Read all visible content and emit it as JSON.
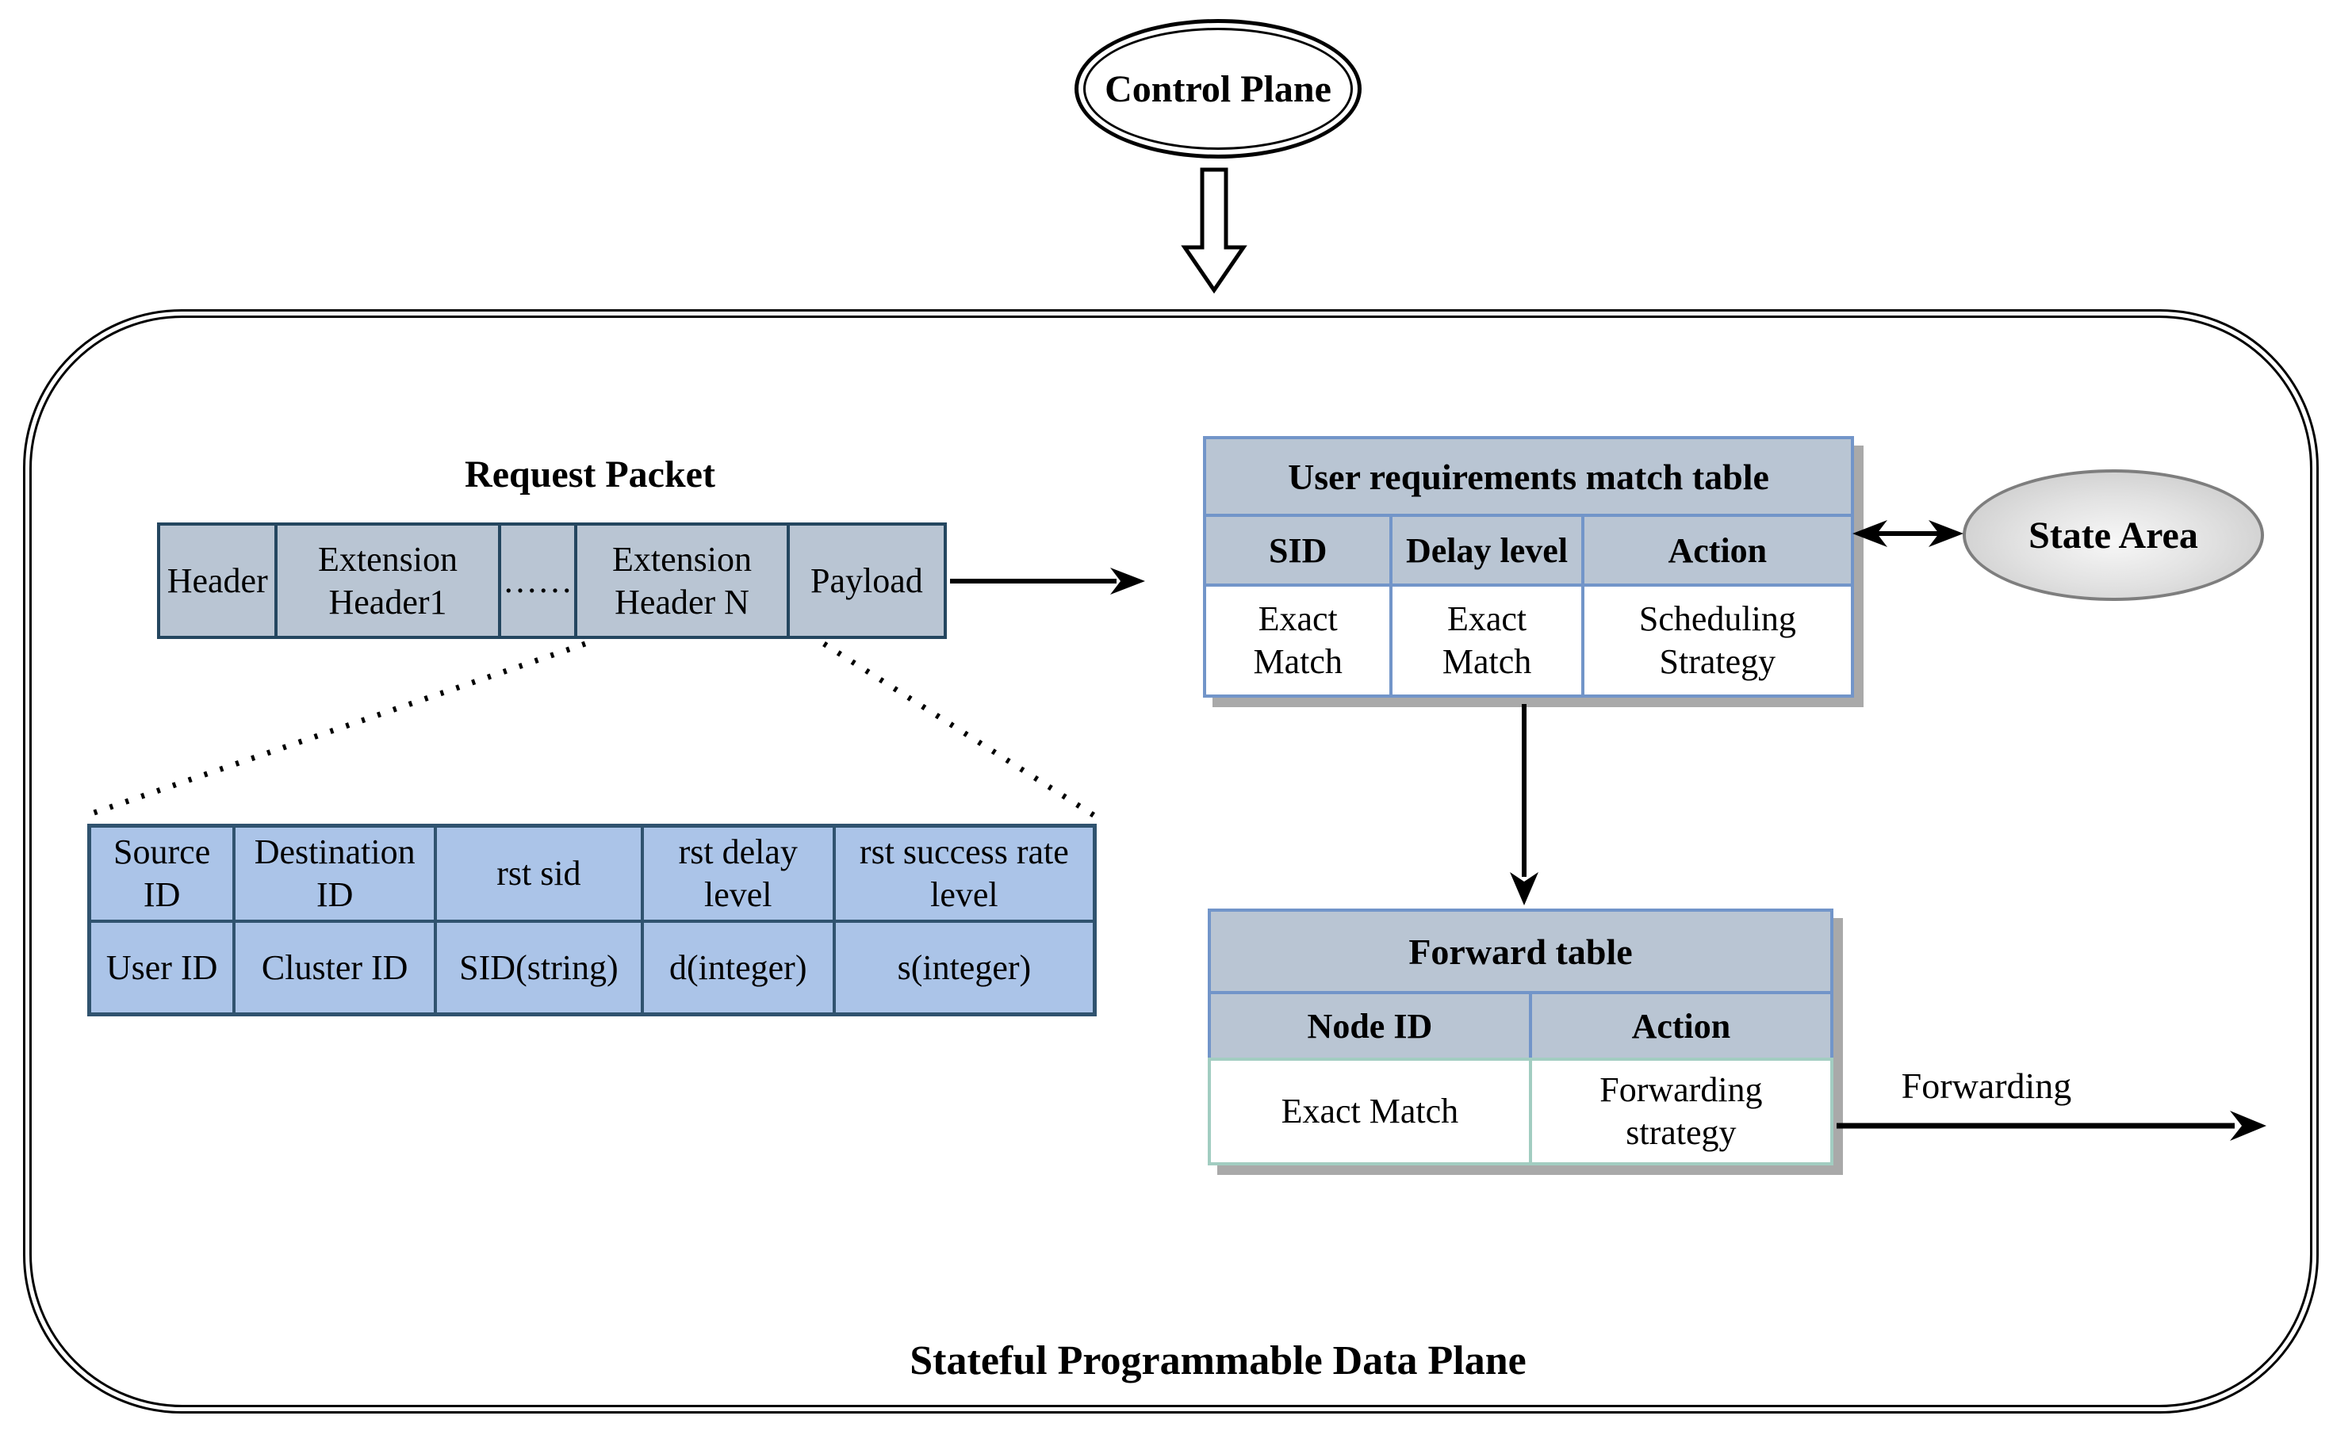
{
  "control_plane": {
    "label": "Control Plane"
  },
  "data_plane": {
    "label": "Stateful Programmable Data Plane"
  },
  "request_packet": {
    "title": "Request Packet",
    "cells": [
      "Header",
      "Extension\nHeader1",
      "……",
      "Extension\nHeader N",
      "Payload"
    ]
  },
  "packet_fields": {
    "header_row": [
      "Source\nID",
      "Destination\nID",
      "rst sid",
      "rst delay\nlevel",
      "rst success rate\nlevel"
    ],
    "value_row": [
      "User ID",
      "Cluster ID",
      "SID(string)",
      "d(integer)",
      "s(integer)"
    ]
  },
  "match_table": {
    "title": "User requirements match table",
    "headers": [
      "SID",
      "Delay level",
      "Action"
    ],
    "row": [
      "Exact\nMatch",
      "Exact\nMatch",
      "Scheduling\nStrategy"
    ]
  },
  "forward_table": {
    "title": "Forward table",
    "headers": [
      "Node ID",
      "Action"
    ],
    "row": [
      "Exact Match",
      "Forwarding\nstrategy"
    ]
  },
  "state_area": {
    "label": "State Area"
  },
  "labels": {
    "forwarding": "Forwarding"
  },
  "colors": {
    "table_fill_steel": "#b9c5d3",
    "table_fill_periwinkle": "#abc4e8",
    "border_dark_navy": "#24465f",
    "border_dark_navy2": "#30536f",
    "divider_blue": "#7295c9",
    "divider_green": "#a2cdc1",
    "shadow_gray": "#a9a9a9",
    "state_area_gray": "#c3c3c3",
    "line_black": "#000000"
  }
}
